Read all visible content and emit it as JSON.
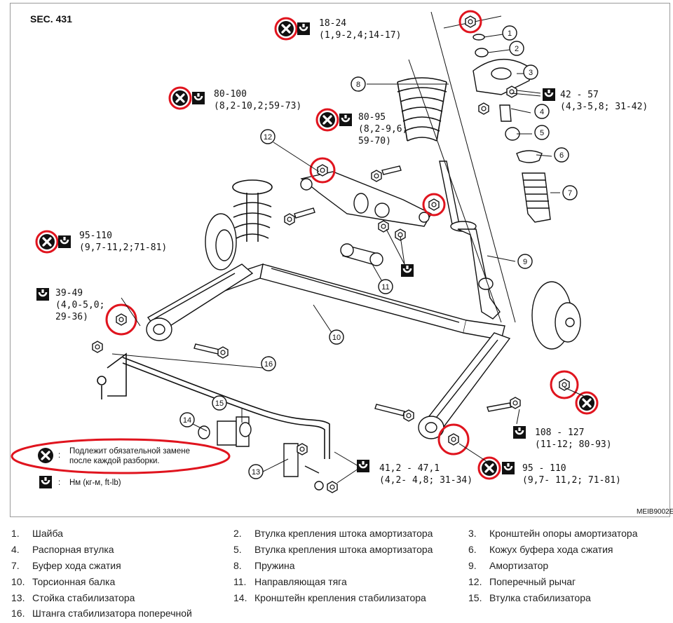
{
  "section": "SEC. 431",
  "figure_code": "MEIB9002E",
  "torques": [
    {
      "line1": "18-24",
      "line2": "(1,9-2,4;14-17)"
    },
    {
      "line1": "80-100",
      "line2": "(8,2-10,2;59-73)"
    },
    {
      "line1": "80-95",
      "line2": "(8,2-9,6;",
      "line3": "59-70)"
    },
    {
      "line1": "42 - 57",
      "line2": "(4,3-5,8; 31-42)"
    },
    {
      "line1": "95-110",
      "line2": "(9,7-11,2;71-81)"
    },
    {
      "line1": "39-49",
      "line2": "(4,0-5,0;",
      "line3": "29-36)"
    },
    {
      "line1": "108 - 127",
      "line2": "(11-12; 80-93)"
    },
    {
      "line1": "95 - 110",
      "line2": "(9,7- 11,2; 71-81)"
    },
    {
      "line1": "41,2 - 47,1",
      "line2": "(4,2- 4,8; 31-34)"
    }
  ],
  "callouts": [
    "1",
    "2",
    "3",
    "4",
    "5",
    "6",
    "7",
    "8",
    "9",
    "10",
    "11",
    "12",
    "13",
    "14",
    "15",
    "16"
  ],
  "legend": {
    "replace_text_1": "Подлежит обязательной замене",
    "replace_text_2": "после каждой разборки.",
    "replace_colon": ":",
    "torque_colon": ":",
    "torque_units": "Нм (кг-м, ft-lb)"
  },
  "parts": [
    {
      "num": "1.",
      "name": "Шайба"
    },
    {
      "num": "2.",
      "name": "Втулка крепления штока амортизатора"
    },
    {
      "num": "3.",
      "name": "Кронштейн опоры амортизатора"
    },
    {
      "num": "4.",
      "name": "Распорная втулка"
    },
    {
      "num": "5.",
      "name": "Втулка крепления штока амортизатора"
    },
    {
      "num": "6.",
      "name": "Кожух буфера хода сжатия"
    },
    {
      "num": "7.",
      "name": "Буфер хода сжатия"
    },
    {
      "num": "8.",
      "name": "Пружина"
    },
    {
      "num": "9.",
      "name": "Амортизатор"
    },
    {
      "num": "10.",
      "name": "Торсионная балка"
    },
    {
      "num": "11.",
      "name": "Направляющая тяга"
    },
    {
      "num": "12.",
      "name": "Поперечный рычаг"
    },
    {
      "num": "13.",
      "name": "Стойка стабилизатора"
    },
    {
      "num": "14.",
      "name": "Кронштейн крепления стабилизатора"
    },
    {
      "num": "15.",
      "name": "Втулка стабилизатора"
    },
    {
      "num": "16.",
      "name": "Штанга стабилизатора поперечной"
    }
  ],
  "colors": {
    "highlight": "#e0141e",
    "ink": "#111111",
    "frame": "#9a9a9a"
  }
}
